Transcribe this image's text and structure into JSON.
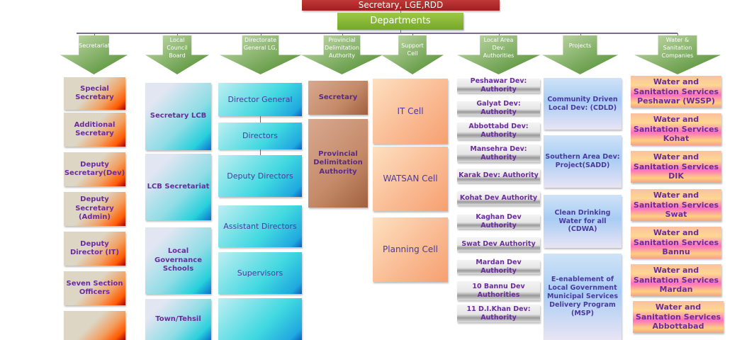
{
  "top": {
    "title": "Secretary, LGE,RDD",
    "departments": "Departments"
  },
  "colors": {
    "arrow": "#7cab45",
    "top": "#b83030",
    "dept": "#8dbb3a",
    "text": "#6a2c9a"
  },
  "categories": [
    "Secretariat",
    "Local Council Board",
    "Directorate General LG,",
    "Provincial Delimitation Authority",
    "Support Cell",
    "Local Area Dev: Authorities",
    "Projects",
    "Water & Sanitation Companies"
  ],
  "secretariat": [
    "Special Secretary",
    "Additional Secretary",
    "Deputy Secretary(Dev)",
    "Deputy Secretary (Admin)",
    "Deputy Director (IT)",
    "Seven Section Officers",
    ""
  ],
  "lcb": [
    "Secretary LCB",
    "LCB Secretariat",
    "Local Governance Schools",
    "Town/Tehsil"
  ],
  "dg": [
    "Director General",
    "Directors",
    "Deputy Directors",
    "Assistant Directors",
    "Supervisors",
    ""
  ],
  "pda": [
    "Secretary",
    "Provincial Delimitation Authority"
  ],
  "support": [
    "IT Cell",
    "WATSAN Cell",
    "Planning Cell"
  ],
  "lada": [
    "Peshawar Dev: Authority",
    "Galyat Dev: Authority",
    "Abbottabd Dev: Authority",
    "Mansehra Dev: Authority",
    "Karak Dev: Authority",
    "Kohat Dev Authority",
    "Kaghan Dev Authority",
    "Swat Dev Authority",
    "Mardan Dev Authority",
    "10 Bannu Dev Authorities",
    "11 D.I.Khan Dev: Authority"
  ],
  "projects": [
    "Community Driven Local Dev: (CDLD)",
    "Southern Area Dev: Project(SADD)",
    "Clean Drinking Water for all (CDWA)",
    "E-enablement of Local Government Municipal Services Delivery Program (MSP)"
  ],
  "water": [
    "Water and Sanitation Services Peshawar (WSSP)",
    "Water and Sanitation Services Kohat",
    "Water and Sanitation Services DIK",
    "Water and Sanitation Services Swat",
    "Water and Sanitation Services Bannu",
    "Water and Sanitation Services Mardan",
    "Water and Sanitation Services Abbottabad"
  ]
}
